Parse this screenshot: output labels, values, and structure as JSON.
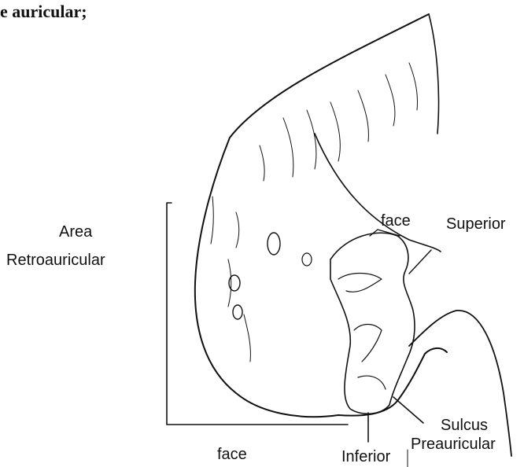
{
  "header": {
    "text": "e auricular;"
  },
  "labels": {
    "area": "Area",
    "retroauricular": "Retroauricular",
    "face_top": "face",
    "superior": "Superior",
    "sulcus": "Sulcus",
    "preauricular": "Preauricular",
    "face_bottom": "face",
    "inferior": "Inferior"
  },
  "colors": {
    "ink": "#111111",
    "background": "#ffffff"
  }
}
